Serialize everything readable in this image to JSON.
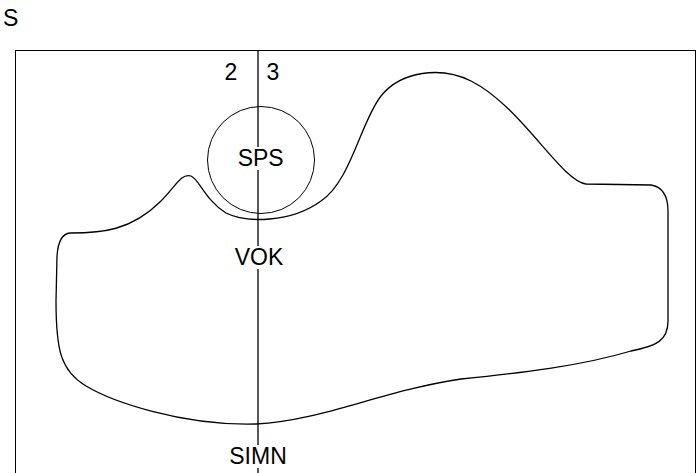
{
  "diagram": {
    "nodes": [
      {
        "text": [
          "S"
        ]
      },
      {
        "text": [
          "VOK"
        ],
        "in": 0
      },
      {
        "text": [
          "SPS"
        ],
        "in": 0
      }
    ],
    "labels": [
      "2",
      "3",
      "SIMN"
    ]
  }
}
